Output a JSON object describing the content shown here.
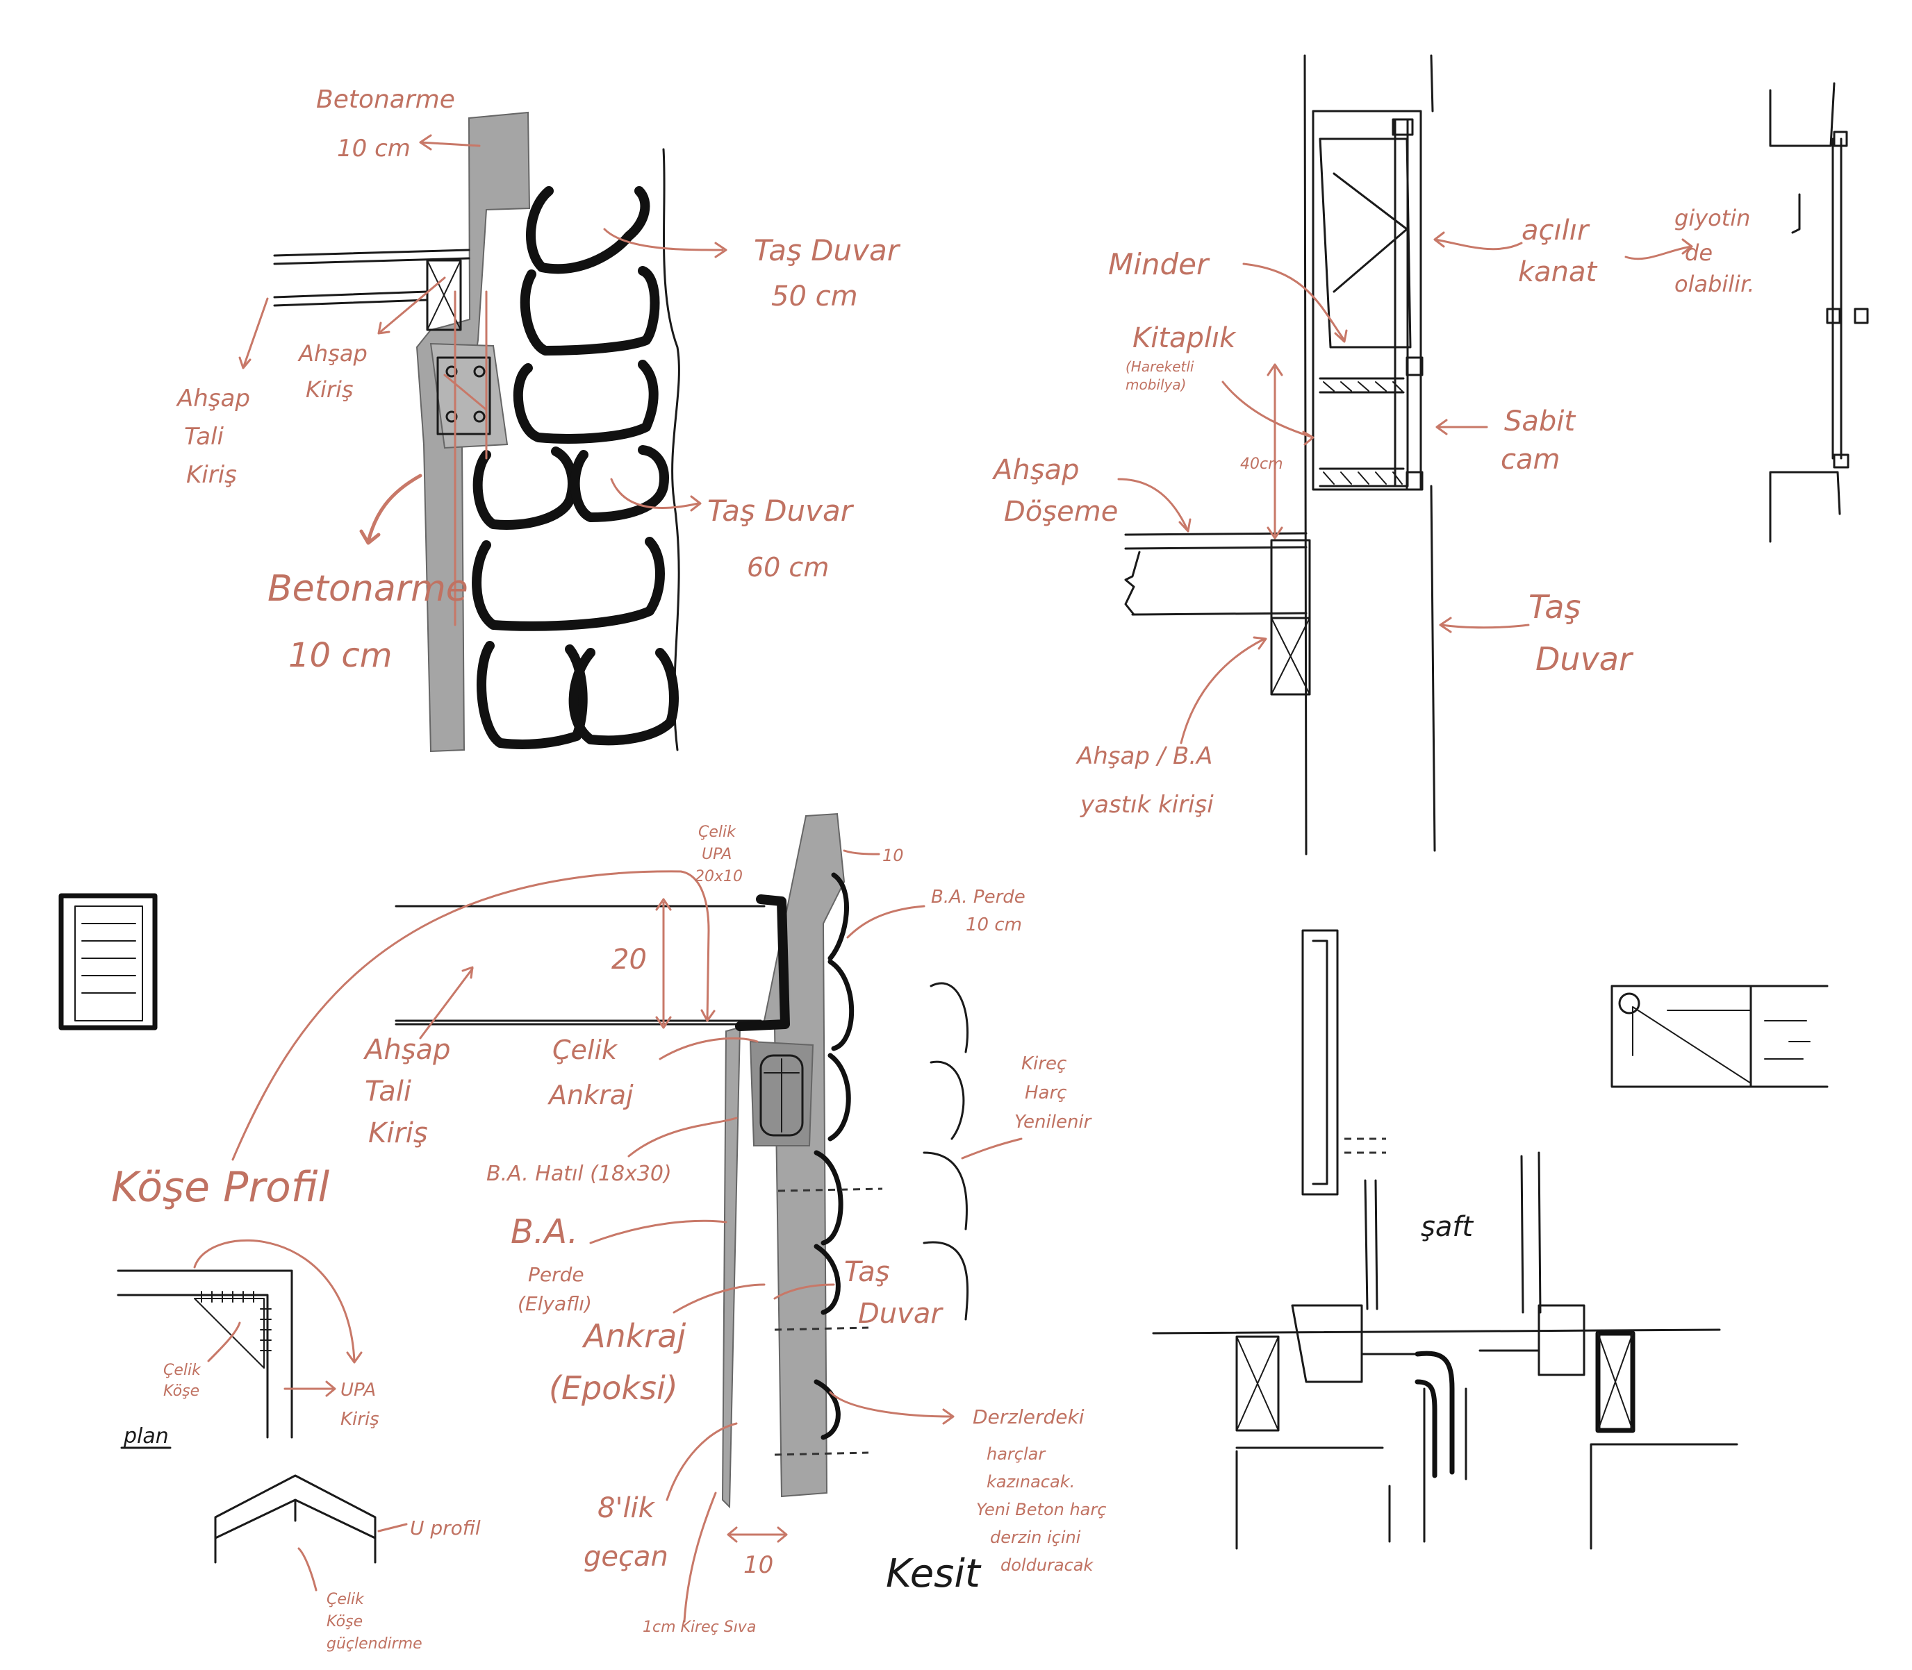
{
  "colors": {
    "annotation": "#c07262",
    "ink": "#1a1a1a",
    "concrete": "#a5a5a5"
  },
  "sketch1": {
    "betonarme_top": "Betonarme",
    "betonarme_top_dim": "10 cm",
    "tas_duvar_1": "Taş Duvar",
    "tas_duvar_1_dim": "50 cm",
    "ahsap_kiris": [
      "Ahşap",
      "Kiriş"
    ],
    "ahsap_tali_kiris": [
      "Ahşap",
      "Tali",
      "Kiriş"
    ],
    "tas_duvar_2": "Taş Duvar",
    "tas_duvar_2_dim": "60 cm",
    "betonarme_big": "Betonarme",
    "betonarme_big_dim": "10 cm"
  },
  "sketch2": {
    "minder": "Minder",
    "acilir_kanat": [
      "açılır",
      "kanat"
    ],
    "giyotin": [
      "giyotin",
      "de",
      "olabilir."
    ],
    "kitaplik": "Kitaplık",
    "kitaplik_note": [
      "(Hareketli",
      "mobilya)"
    ],
    "sabit_cam": [
      "Sabit",
      "cam"
    ],
    "ahsap_doseme": [
      "Ahşap",
      "Döşeme"
    ],
    "dim_40": "40cm",
    "tas_duvar": [
      "Taş",
      "Duvar"
    ],
    "ahsap_ba_yastik": [
      "Ahşap / B.A",
      "yastık kirişi"
    ]
  },
  "sketch3": {
    "celik_upa": [
      "Çelik",
      "UPA",
      "20x10"
    ],
    "dim_10_top": "10",
    "ba_perde_10": [
      "B.A. Perde",
      "10 cm"
    ],
    "dim_20": "20",
    "ahsap_tali_kiris": [
      "Ahşap",
      "Tali",
      "Kiriş"
    ],
    "celik_ankraj": [
      "Çelik",
      "Ankraj"
    ],
    "kirec_harc": [
      "Kireç",
      "Harç",
      "Yenilenir"
    ],
    "kose_profil": "Köşe Profil",
    "ba_hatil": "B.A. Hatıl (18x30)",
    "ba_perde_elyaf": [
      "B.A.",
      "Perde",
      "(Elyaflı)"
    ],
    "tas_duvar": [
      "Taş",
      "Duvar"
    ],
    "ankraj_epoksi": [
      "Ankraj",
      "(Epoksi)"
    ],
    "derz_note": [
      "Derzlerdeki",
      "harçlar",
      "kazınacak.",
      "Yeni Beton harç",
      "derzin içini",
      "dolduracak"
    ],
    "celik_kose": [
      "Çelik",
      "Köşe"
    ],
    "upa_kiris": [
      "UPA",
      "Kiriş"
    ],
    "plan": "plan",
    "gesan": [
      "8'lik",
      "geçan"
    ],
    "kesit": "Kesit",
    "dim_10_bottom": "10",
    "u_profil": "U profil",
    "celik_kose_guclendirme": [
      "Çelik",
      "Köşe",
      "güçlendirme"
    ],
    "kirec_siva": "1cm Kireç Sıva"
  },
  "sketch4": {
    "saft": "şaft"
  }
}
